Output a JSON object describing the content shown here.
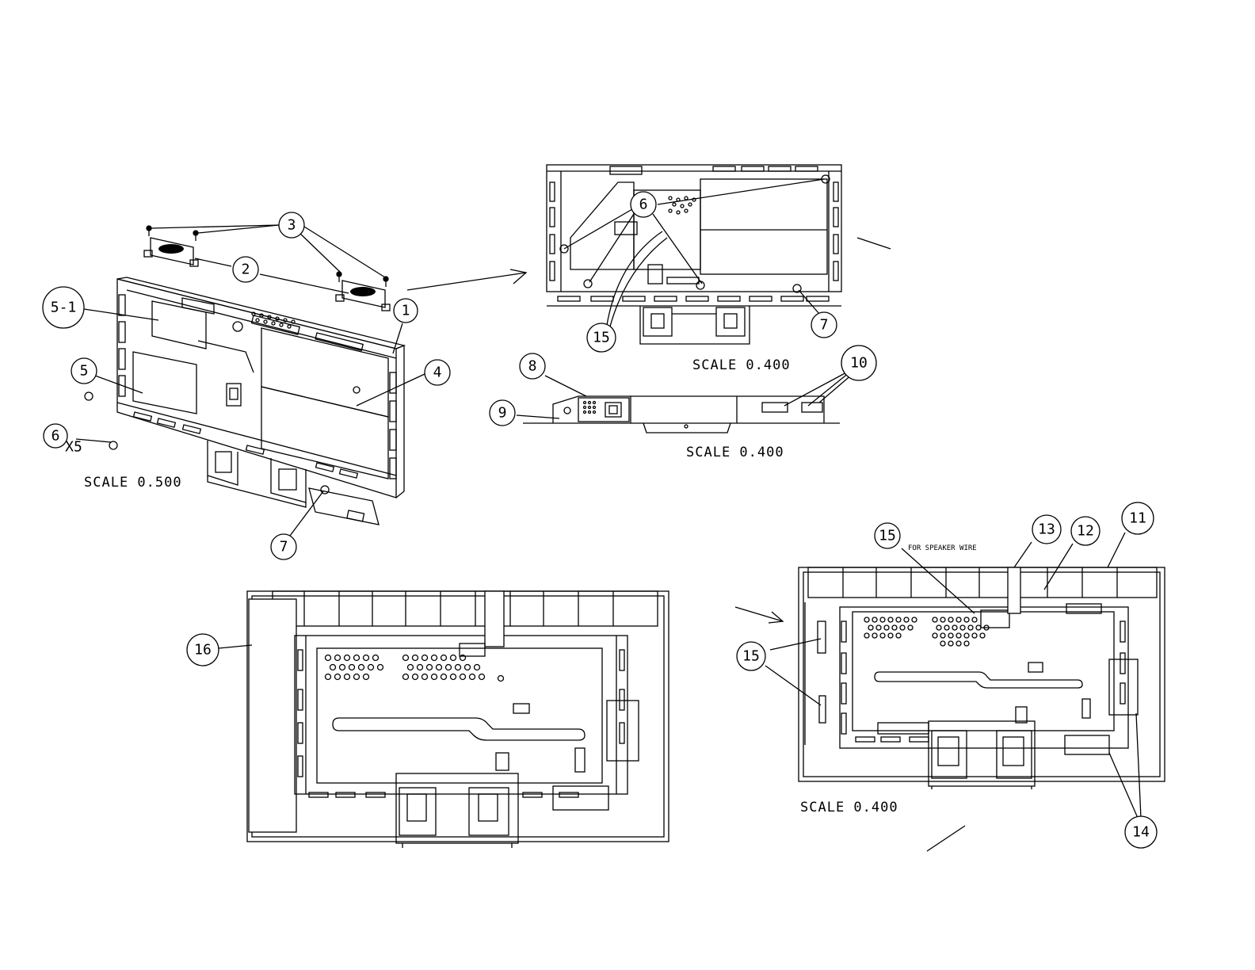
{
  "callouts": {
    "c1": "1",
    "c2": "2",
    "c3": "3",
    "c4": "4",
    "c5": "5",
    "c5_1": "5-1",
    "c6a": "6",
    "c6a_qty": "X5",
    "c7a": "7",
    "c6b": "6",
    "c7b": "7",
    "c15a": "15",
    "c8": "8",
    "c9": "9",
    "c10": "10",
    "c16": "16",
    "c11": "11",
    "c12": "12",
    "c13": "13",
    "c14": "14",
    "c15b": "15",
    "c15c": "15"
  },
  "scales": {
    "view1": "SCALE  0.500",
    "view2": "SCALE  0.400",
    "view3": "SCALE  0.400",
    "view5": "SCALE  0.400"
  },
  "notes": {
    "speaker_wire": "FOR SPEAKER WIRE"
  }
}
